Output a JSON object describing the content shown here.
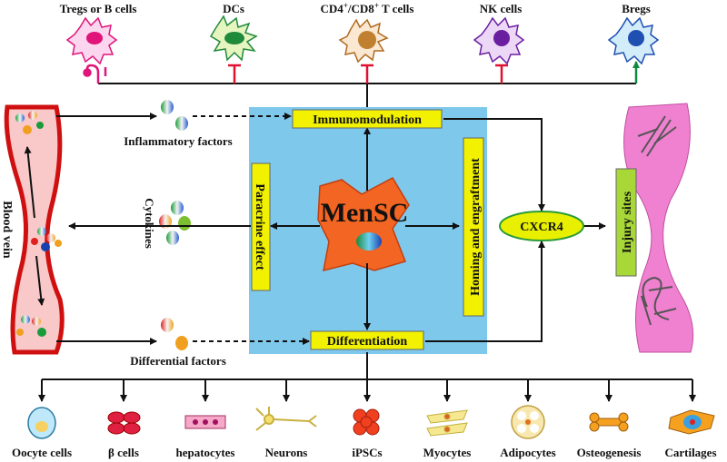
{
  "immune_cells": [
    {
      "label": "Tregs or B cells",
      "color": "#e0147a",
      "effect": "promote"
    },
    {
      "label": "DCs",
      "color": "#1f8a3a",
      "effect": "inhibit"
    },
    {
      "label_main": "CD4",
      "label_sup1": "+",
      "label_mid": "/CD8",
      "label_sup2": "+",
      "label_tail": " T cells",
      "color": "#b06a1e",
      "effect": "inhibit"
    },
    {
      "label": "NK cells",
      "color": "#6a1fa0",
      "effect": "inhibit"
    },
    {
      "label": "Bregs",
      "color": "#1f4fb0",
      "effect": "promote"
    }
  ],
  "center": {
    "title": "MenSC"
  },
  "mechanisms": {
    "top": "Immunomodulation",
    "left": "Paracrine effect",
    "right": "Homing and engraftment",
    "bottom": "Differentiation"
  },
  "receptor": "CXCR4",
  "injury": "Injury sites",
  "blood_vein": "Blood vein",
  "factors": {
    "inflammatory": "Inflammatory factors",
    "cytokines": "Cytokines",
    "differential": "Differential factors"
  },
  "diff_targets": [
    {
      "label": "Oocyte cells",
      "icon": "oocyte-icon"
    },
    {
      "label": "β cells",
      "icon": "beta-cell-icon"
    },
    {
      "label": "hepatocytes",
      "icon": "hepatocyte-icon"
    },
    {
      "label": "Neurons",
      "icon": "neuron-icon"
    },
    {
      "label": "iPSCs",
      "icon": "ipsc-icon"
    },
    {
      "label": "Myocytes",
      "icon": "myocyte-icon"
    },
    {
      "label": "Adipocytes",
      "icon": "adipocyte-icon"
    },
    {
      "label": "Osteogenesis",
      "icon": "bone-icon"
    },
    {
      "label": "Cartilages",
      "icon": "cartilage-icon"
    }
  ],
  "colors": {
    "panel": "#7ec8ec",
    "label_box": "#f2f200",
    "mensc": "#f26522",
    "vein_fill": "#f9c8c8",
    "vein_edge": "#d01010",
    "injury": "#f080d0",
    "cxcr4": "#e8f000",
    "inhibit": "#e01030",
    "promote": "#108a40"
  }
}
